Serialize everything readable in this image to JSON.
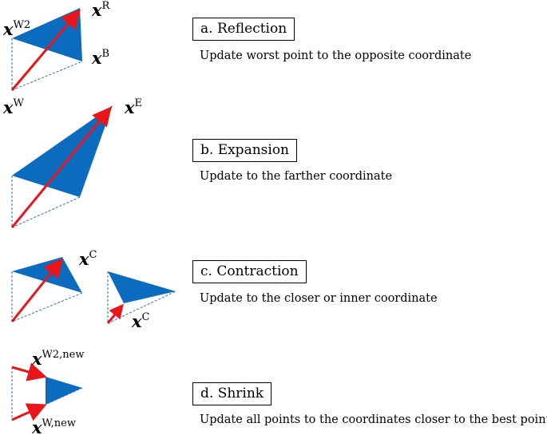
{
  "steps": [
    {
      "label": "a. Reflection",
      "description": "Update worst point to the opposite coordinate"
    },
    {
      "label": "b. Expansion",
      "description": "Update to the farther coordinate"
    },
    {
      "label": "c. Contraction",
      "description": "Update to the closer or inner coordinate"
    },
    {
      "label": "d. Shrink",
      "description": "Update all points to the coordinates closer to the best point"
    }
  ],
  "point_labels": {
    "x": "x",
    "reflection": {
      "w2": "W2",
      "r": "R",
      "b": "B",
      "w": "W"
    },
    "expansion": {
      "e": "E"
    },
    "contraction": {
      "c_outer": "C",
      "c_inner": "C"
    },
    "shrink": {
      "w2_new": "W2,new",
      "w_new": "W,new"
    }
  },
  "colors": {
    "simplex_fill": "#0b6bbf",
    "arrow": "#e8161b",
    "dashed_edge": "#2a6fbf"
  }
}
